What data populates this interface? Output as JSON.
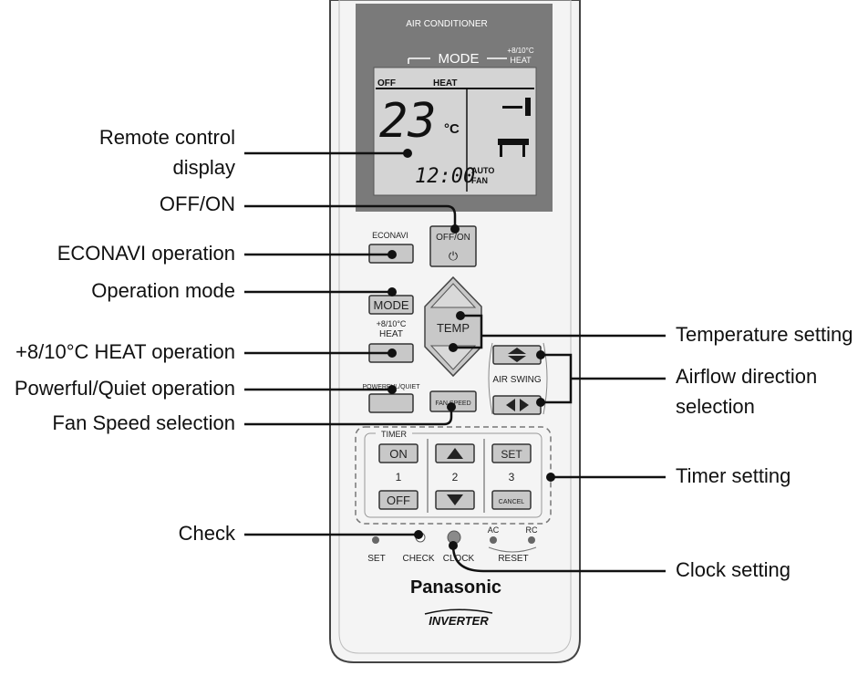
{
  "remote": {
    "header": "AIR CONDITIONER",
    "mode_label": "MODE",
    "heat_top_label": "+8/10°C",
    "heat_bottom_label": "HEAT",
    "lcd": {
      "off": "OFF",
      "heat": "HEAT",
      "temp": "23",
      "unit": "°C",
      "time": "12:00",
      "auto": "AUTO",
      "fan": "FAN"
    },
    "econavi": "ECONAVI",
    "offon": "OFF/ON",
    "power_symbol": "⏻",
    "mode_button": "MODE",
    "heat_button_top": "+8/10°C",
    "heat_button_bottom": "HEAT",
    "temp_label": "TEMP",
    "powerful_quiet": "POWERFUL/QUIET",
    "fan_speed": "FAN SPEED",
    "air_swing": "AIR SWING",
    "timer": {
      "label": "TIMER",
      "on": "ON",
      "off": "OFF",
      "set": "SET",
      "cancel": "CANCEL",
      "n1": "1",
      "n2": "2",
      "n3": "3"
    },
    "bottom": {
      "set": "SET",
      "check": "CHECK",
      "clock": "CLOCK",
      "reset": "RESET",
      "ac": "AC",
      "rc": "RC"
    },
    "brand": "Panasonic",
    "inverter": "INVERTER"
  },
  "callouts_left": {
    "display_line1": "Remote control",
    "display_line2": "display",
    "offon": "OFF/ON",
    "econavi": "ECONAVI operation",
    "mode": "Operation mode",
    "heat": "+8/10°C HEAT operation",
    "powerful": "Powerful/Quiet operation",
    "fan": "Fan Speed selection",
    "check": "Check"
  },
  "callouts_right": {
    "temp": "Temperature setting",
    "airflow_line1": "Airflow direction",
    "airflow_line2": "selection",
    "timer": "Timer setting",
    "clock": "Clock setting"
  },
  "colors": {
    "remote_body": "#f4f4f4",
    "display_bezel": "#7a7a7a",
    "lcd": "#d4d4d4",
    "button": "#c8c8c8",
    "line": "#111111"
  }
}
